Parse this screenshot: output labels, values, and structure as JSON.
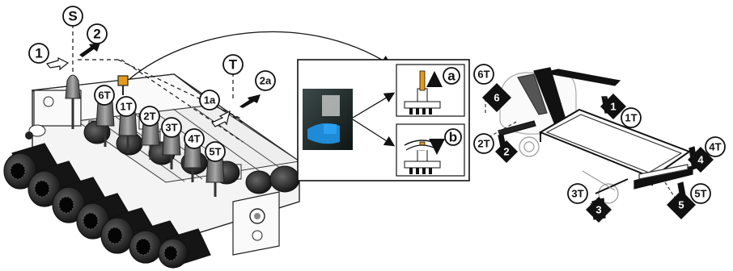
{
  "steps": {
    "s": "S",
    "one": "1",
    "two": "2",
    "t": "T",
    "one_a": "1a",
    "two_a": "2a"
  },
  "levers": [
    "6T",
    "1T",
    "2T",
    "3T",
    "4T",
    "5T"
  ],
  "detail": {
    "a": "a",
    "b": "b"
  },
  "machine": {
    "callouts": [
      "6T",
      "1T",
      "2T",
      "4T",
      "3T",
      "5T"
    ],
    "markers": [
      "6",
      "1",
      "2",
      "4",
      "3",
      "5"
    ]
  }
}
